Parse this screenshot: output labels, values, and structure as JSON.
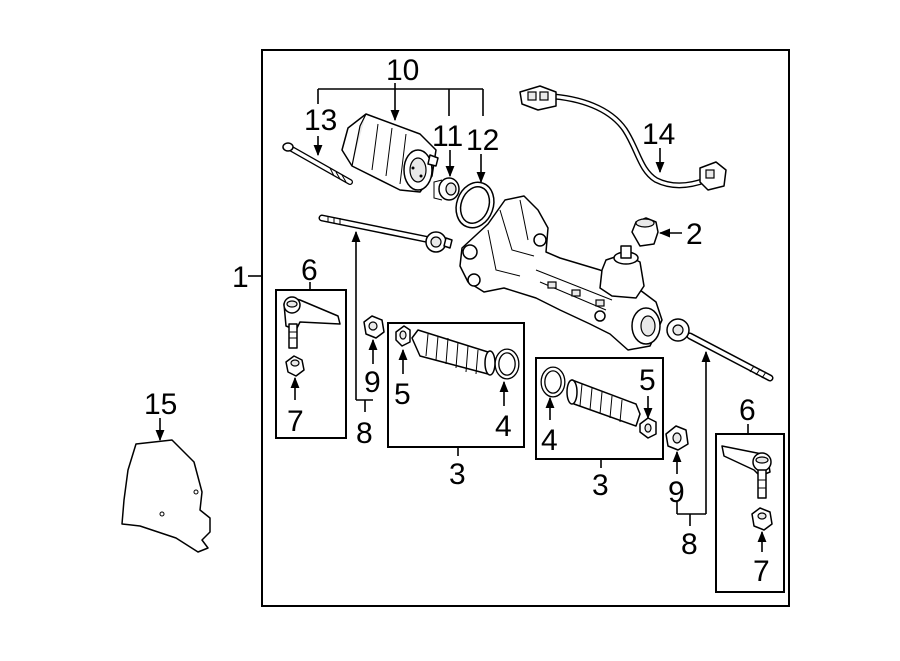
{
  "diagram": {
    "callouts": {
      "c1": "1",
      "c2": "2",
      "c3a": "3",
      "c3b": "3",
      "c4a": "4",
      "c4b": "4",
      "c5a": "5",
      "c5b": "5",
      "c6a": "6",
      "c6b": "6",
      "c7a": "7",
      "c7b": "7",
      "c8a": "8",
      "c8b": "8",
      "c9a": "9",
      "c9b": "9",
      "c10": "10",
      "c11": "11",
      "c12": "12",
      "c13": "13",
      "c14": "14",
      "c15": "15"
    }
  }
}
